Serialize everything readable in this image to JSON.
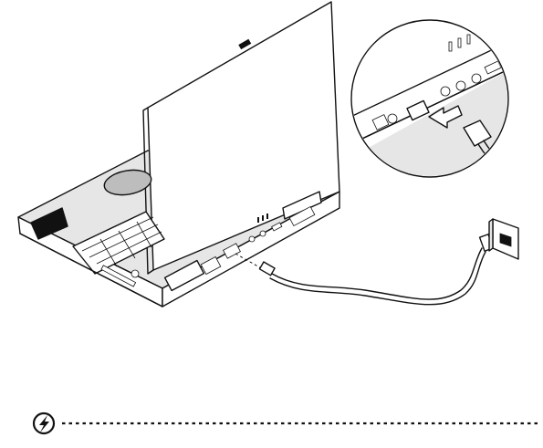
{
  "illustration": {
    "laptop_icon": "laptop-rear-view",
    "cable_icon": "network-cable",
    "wall_jack_icon": "wall-network-jack",
    "zoom_icon": "lan-port-detail",
    "plug_arrow_icon": "insert-arrow"
  },
  "note": {
    "icon": "lightning-bolt-circle-icon",
    "divider_style": "dotted"
  }
}
